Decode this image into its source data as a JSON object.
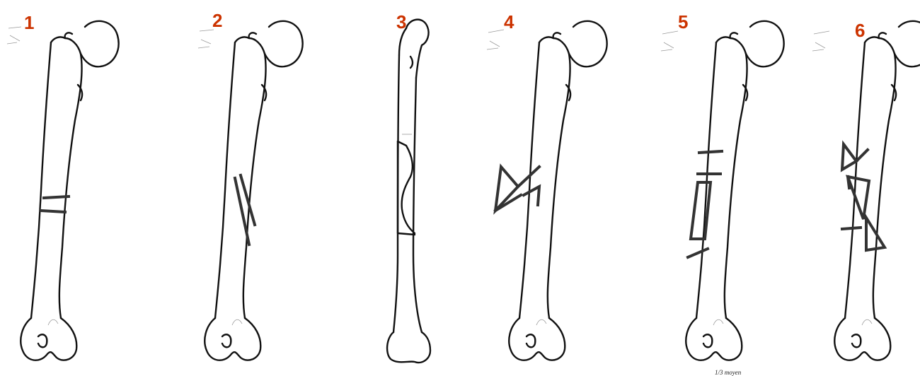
{
  "label_color": "#cc3300",
  "panels": [
    {
      "number": "1"
    },
    {
      "number": "2"
    },
    {
      "number": "3"
    },
    {
      "number": "4"
    },
    {
      "number": "5"
    },
    {
      "number": "6"
    }
  ],
  "caption": "1/3 moyen"
}
